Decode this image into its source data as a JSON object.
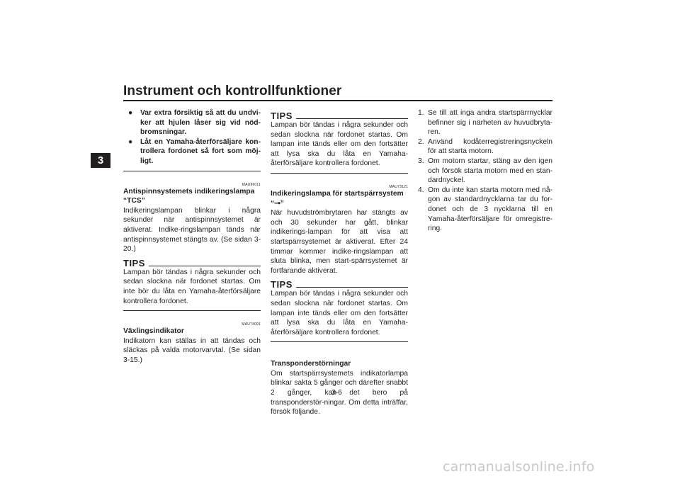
{
  "header": {
    "title": "Instrument och kontrollfunktioner"
  },
  "chapter_tab": "3",
  "col1": {
    "warning_items": [
      "Var extra försiktig så att du undvi-ker att hjulen låser sig vid nöd-bromsningar.",
      "Låt en Yamaha-återförsäljare kon-trollera fordonet så fort som möj-ligt."
    ],
    "tcs": {
      "code": "MAU86011",
      "heading": "Antispinnsystemets indikeringslampa “TCS”",
      "text": "Indikeringslampan blinkar i några sekunder när antispinnsystemet är aktiverat. Indike-ringslampan tänds när antispinnsystemet stängts av. (Se sidan 3-20.)"
    },
    "tips1": {
      "label": "TIPS",
      "text": "Lampan bör tändas i några sekunder och sedan slockna när fordonet startas. Om inte bör du låta en Yamaha-återförsäljare kontrollera fordonet."
    },
    "gear": {
      "code": "MAU74091",
      "heading": "Växlingsindikator",
      "text": "Indikatorn kan ställas in att tändas och släckas på valda motorvarvtal. (Se sidan 3-15.)"
    }
  },
  "col2": {
    "tips2": {
      "label": "TIPS",
      "text": "Lampan bör tändas i några sekunder och sedan slockna när fordonet startas. Om lampan inte tänds eller om den fortsätter att lysa ska du låta en Yamaha-återförsäljare kontrollera fordonet."
    },
    "immobilizer": {
      "code": "MAU73121",
      "heading": "Indikeringslampa för startspärrsystem “⊸”",
      "text": "När huvudströmbrytaren har stängts av och 30 sekunder har gått, blinkar indikerings-lampan för att visa att startspärrsystemet är aktiverat. Efter 24 timmar kommer indike-ringslampan att sluta blinka, men start-spärrsystemet är fortfarande aktiverat."
    },
    "tips3": {
      "label": "TIPS",
      "text": "Lampan bör tändas i några sekunder och sedan slockna när fordonet startas. Om lampan inte tänds eller om den fortsätter att lysa ska du låta en Yamaha-återförsäljare kontrollera fordonet."
    },
    "transponder": {
      "heading": "Transponderstörningar",
      "text": "Om startspärrsystemets indikatorlampa blinkar sakta 5 gånger och därefter snabbt 2 gånger, kan det bero på transponderstör-ningar. Om detta inträffar, försök följande."
    }
  },
  "col3": {
    "steps": [
      {
        "n": "1.",
        "text": "Se till att inga andra startspärrnycklar befinner sig i närheten av huvudbryta-ren."
      },
      {
        "n": "2.",
        "text": "Använd kodåterregistreringsnyckeln för att starta motorn."
      },
      {
        "n": "3.",
        "text": "Om motorn startar, stäng av den igen och försök starta motorn med en stan-dardnyckel."
      },
      {
        "n": "4.",
        "text": "Om du inte kan starta motorn med nå-gon av standardnycklarna tar du for-donet och de 3 nycklarna till en Yamaha-återförsäljare för omregistre-ring."
      }
    ]
  },
  "page_number": "3-6",
  "footer": "carmanualsonline.info"
}
